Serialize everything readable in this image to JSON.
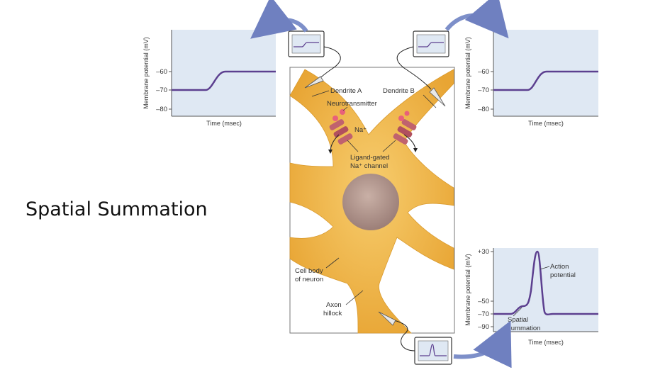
{
  "slide": {
    "title": "Spatial Summation"
  },
  "graph_a": {
    "y_axis_label": "Membrane potential (mV)",
    "x_axis_label": "Time (msec)",
    "ticks": [
      "–60",
      "–70",
      "–80"
    ]
  },
  "graph_b": {
    "y_axis_label": "Membrane potential (mV)",
    "x_axis_label": "Time (msec)",
    "ticks": [
      "–60",
      "–70",
      "–80"
    ]
  },
  "graph_c": {
    "y_axis_label": "Membrane potential (mV)",
    "x_axis_label": "Time (msec)",
    "ticks": [
      "+30",
      "–50",
      "–70",
      "–90"
    ],
    "annotation_action_1": "Action",
    "annotation_action_2": "potential",
    "annotation_spatial_1": "Spatial",
    "annotation_spatial_2": "summation"
  },
  "neuron_labels": {
    "dendrite_a": "Dendrite A",
    "dendrite_b": "Dendrite B",
    "neurotransmitter": "Neurotransmitter",
    "na": "Na⁺",
    "channel_1": "Ligand-gated",
    "channel_2": "Na⁺ channel",
    "cell_body_1": "Cell body",
    "cell_body_2": "of neuron",
    "axon_1": "Axon",
    "axon_2": "hillock"
  },
  "colors": {
    "neuron": "#f0b440",
    "nucleus": "#b0968c",
    "graph_bg": "#dfe8f3",
    "trace": "#5c3f8f",
    "arrow": "#7d8fc9",
    "channel": "#c0626e"
  }
}
